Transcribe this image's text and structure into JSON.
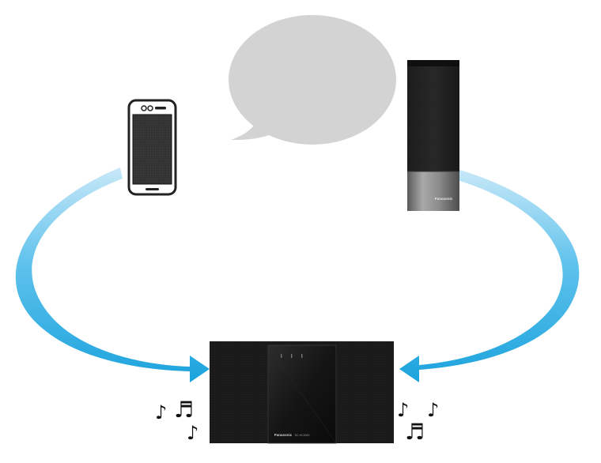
{
  "diagram": {
    "devices": {
      "smartphone": {
        "icon": "smartphone-icon"
      },
      "smart_speaker": {
        "brand": "Panasonic",
        "icon": "smart-speaker-icon"
      },
      "stereo_system": {
        "brand": "Panasonic",
        "model": "SC-HC2000",
        "icon": "stereo-system-icon"
      }
    },
    "speech_bubble": {
      "icon": "speech-bubble-icon",
      "text": ""
    },
    "music_notes": {
      "left": [
        "♪",
        "♬",
        "♪"
      ],
      "right": [
        "♪",
        "♪",
        "♬"
      ]
    },
    "colors": {
      "arrow_light": "#c3e6f7",
      "arrow_dark": "#1ba3dd",
      "bubble": "#d3d3d3",
      "device_black": "#1b1b1b",
      "speaker_silver": "#8a8a8a"
    }
  }
}
